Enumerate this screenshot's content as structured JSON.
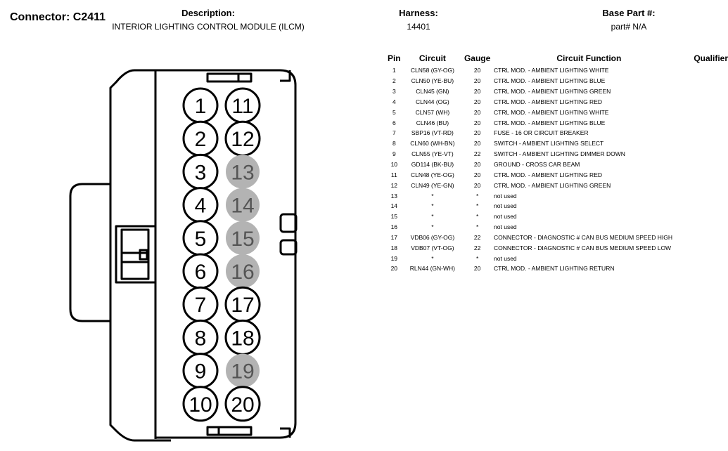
{
  "header": {
    "connector_label": "Connector: C2411",
    "description_title": "Description:",
    "description_value": "INTERIOR LIGHTING CONTROL MODULE (ILCM)",
    "harness_title": "Harness:",
    "harness_value": "14401",
    "base_part_title": "Base Part #:",
    "base_part_value": "part# N/A"
  },
  "colors": {
    "pin_used": "#ffffff",
    "pin_unused": "#b3b3b3",
    "outline": "#000000"
  },
  "connector": {
    "pins": [
      {
        "num": "1",
        "used": true
      },
      {
        "num": "11",
        "used": true
      },
      {
        "num": "2",
        "used": true
      },
      {
        "num": "12",
        "used": true
      },
      {
        "num": "3",
        "used": true
      },
      {
        "num": "13",
        "used": false
      },
      {
        "num": "4",
        "used": true
      },
      {
        "num": "14",
        "used": false
      },
      {
        "num": "5",
        "used": true
      },
      {
        "num": "15",
        "used": false
      },
      {
        "num": "6",
        "used": true
      },
      {
        "num": "16",
        "used": false
      },
      {
        "num": "7",
        "used": true
      },
      {
        "num": "17",
        "used": true
      },
      {
        "num": "8",
        "used": true
      },
      {
        "num": "18",
        "used": true
      },
      {
        "num": "9",
        "used": true
      },
      {
        "num": "19",
        "used": false
      },
      {
        "num": "10",
        "used": true
      },
      {
        "num": "20",
        "used": true
      }
    ]
  },
  "table": {
    "headers": {
      "pin": "Pin",
      "circuit": "Circuit",
      "gauge": "Gauge",
      "function": "Circuit Function",
      "qualifier": "Qualifier"
    },
    "rows": [
      {
        "pin": "1",
        "circuit": "CLN58 (GY-OG)",
        "gauge": "20",
        "function": "CTRL MOD. - AMBIENT LIGHTING WHITE"
      },
      {
        "pin": "2",
        "circuit": "CLN50 (YE-BU)",
        "gauge": "20",
        "function": "CTRL MOD. - AMBIENT LIGHTING BLUE"
      },
      {
        "pin": "3",
        "circuit": "CLN45 (GN)",
        "gauge": "20",
        "function": "CTRL MOD. - AMBIENT LIGHTING GREEN"
      },
      {
        "pin": "4",
        "circuit": "CLN44 (OG)",
        "gauge": "20",
        "function": "CTRL MOD. - AMBIENT LIGHTING RED"
      },
      {
        "pin": "5",
        "circuit": "CLN57 (WH)",
        "gauge": "20",
        "function": "CTRL MOD. - AMBIENT LIGHTING WHITE"
      },
      {
        "pin": "6",
        "circuit": "CLN46 (BU)",
        "gauge": "20",
        "function": "CTRL MOD. - AMBIENT LIGHTING BLUE"
      },
      {
        "pin": "7",
        "circuit": "SBP16 (VT-RD)",
        "gauge": "20",
        "function": "FUSE - 16 OR CIRCUIT BREAKER"
      },
      {
        "pin": "8",
        "circuit": "CLN60 (WH-BN)",
        "gauge": "20",
        "function": "SWITCH - AMBIENT LIGHTING SELECT"
      },
      {
        "pin": "9",
        "circuit": "CLN55 (YE-VT)",
        "gauge": "22",
        "function": "SWITCH - AMBIENT LIGHTING DIMMER DOWN"
      },
      {
        "pin": "10",
        "circuit": "GD114 (BK-BU)",
        "gauge": "20",
        "function": "GROUND - CROSS CAR BEAM"
      },
      {
        "pin": "11",
        "circuit": "CLN48 (YE-OG)",
        "gauge": "20",
        "function": "CTRL MOD. - AMBIENT LIGHTING RED"
      },
      {
        "pin": "12",
        "circuit": "CLN49 (YE-GN)",
        "gauge": "20",
        "function": "CTRL MOD. - AMBIENT LIGHTING GREEN"
      },
      {
        "pin": "13",
        "circuit": "*",
        "gauge": "*",
        "function": "not used"
      },
      {
        "pin": "14",
        "circuit": "*",
        "gauge": "*",
        "function": "not used"
      },
      {
        "pin": "15",
        "circuit": "*",
        "gauge": "*",
        "function": "not used"
      },
      {
        "pin": "16",
        "circuit": "*",
        "gauge": "*",
        "function": "not used"
      },
      {
        "pin": "17",
        "circuit": "VDB06 (GY-OG)",
        "gauge": "22",
        "function": "CONNECTOR - DIAGNOSTIC # CAN BUS MEDIUM SPEED HIGH"
      },
      {
        "pin": "18",
        "circuit": "VDB07 (VT-OG)",
        "gauge": "22",
        "function": "CONNECTOR - DIAGNOSTIC # CAN BUS MEDIUM SPEED LOW"
      },
      {
        "pin": "19",
        "circuit": "*",
        "gauge": "*",
        "function": "not used"
      },
      {
        "pin": "20",
        "circuit": "RLN44 (GN-WH)",
        "gauge": "20",
        "function": "CTRL MOD. - AMBIENT LIGHTING RETURN"
      }
    ]
  }
}
